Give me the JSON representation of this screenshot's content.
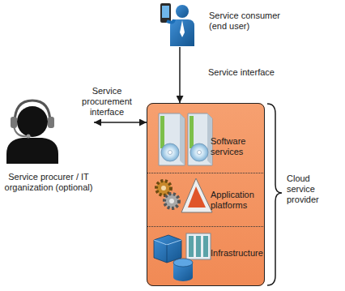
{
  "diagram": {
    "nodes": [
      {
        "text": [
          "Service consumer (end user)"
        ]
      },
      {
        "text": [
          "Service procurer / IT organization (optional)"
        ]
      },
      {
        "text": [
          "Cloud service provider"
        ]
      },
      {
        "text": [
          "Software services"
        ],
        "in": 2
      },
      {
        "text": [
          "Application platforms"
        ],
        "in": 2
      },
      {
        "text": [
          "Infrastructure"
        ],
        "in": 2
      }
    ],
    "edges": [
      {
        "from": 0,
        "to": 2,
        "label": "Service interface",
        "arrow": "to"
      },
      {
        "from": 1,
        "to": 2,
        "label": "Service procurement interface",
        "arrow": "both"
      }
    ]
  }
}
